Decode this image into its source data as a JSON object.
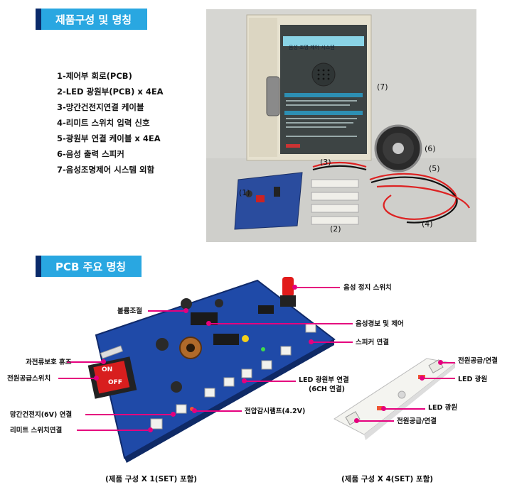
{
  "section1": {
    "title": "제품구성 및 명칭"
  },
  "components": [
    "1-제어부 회로(PCB)",
    "2-LED 광원부(PCB) x 4EA",
    "3-망간건전지연결 케이블",
    "4-리미트 스위치 입력 신호",
    "5-광원부 연결 케이블 x 4EA",
    "6-음성 출력 스피커",
    "7-음성조명제어 시스템 외함"
  ],
  "photo1": {
    "box_title": "음성·조명 제어 시스템",
    "markers": [
      "(1)",
      "(2)",
      "(3)",
      "(4)",
      "(5)",
      "(6)",
      "(7)"
    ]
  },
  "section2": {
    "title": "PCB 주요 명칭"
  },
  "pcb_callouts": {
    "stop_switch": "음성 정지 스위치",
    "volume": "볼륨조절",
    "voice_control": "음성경보 및 제어",
    "speaker_conn": "스피커 연결",
    "overcurrent_fuse": "과전류보호 휴즈",
    "power_switch": "전원공급스위치",
    "led_conn_1": "LED 광원부 연결",
    "led_conn_2": "(6CH 연결)",
    "battery_conn": "망간건전지(6V) 연결",
    "voltage_lamp": "전압감시램프(4.2V)",
    "limit_conn": "리미트 스위치연결",
    "switch_on": "ON",
    "switch_off": "OFF"
  },
  "led_callouts": {
    "power_top": "전원공급/연결",
    "led_source": "LED 광원",
    "led_source_mid": "LED 광원",
    "power_bottom": "전원공급/연결"
  },
  "captions": {
    "pcb": "(제품 구성 X 1(SET) 포함)",
    "led": "(제품 구성 X 4(SET) 포함)"
  },
  "colors": {
    "accent": "#29a7e1",
    "callout": "#e5007e",
    "pcb": "#1f4aa8"
  }
}
